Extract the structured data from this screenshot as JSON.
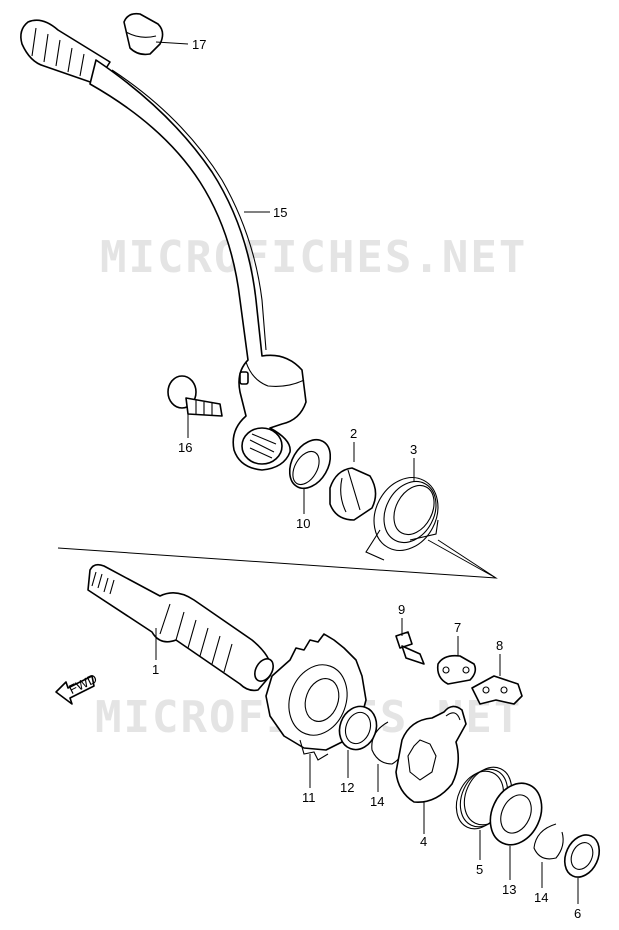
{
  "watermarks": [
    "MICROFICHES.NET",
    "MICROFICHES.NET"
  ],
  "direction_tag": "FWD",
  "callouts": [
    {
      "key": "17",
      "text": "17"
    },
    {
      "key": "15",
      "text": "15"
    },
    {
      "key": "16",
      "text": "16"
    },
    {
      "key": "2",
      "text": "2"
    },
    {
      "key": "3",
      "text": "3"
    },
    {
      "key": "10",
      "text": "10"
    },
    {
      "key": "9",
      "text": "9"
    },
    {
      "key": "7",
      "text": "7"
    },
    {
      "key": "8",
      "text": "8"
    },
    {
      "key": "1",
      "text": "1"
    },
    {
      "key": "11",
      "text": "11"
    },
    {
      "key": "12",
      "text": "12"
    },
    {
      "key": "14a",
      "text": "14"
    },
    {
      "key": "4",
      "text": "4"
    },
    {
      "key": "5",
      "text": "5"
    },
    {
      "key": "13",
      "text": "13"
    },
    {
      "key": "14b",
      "text": "14"
    },
    {
      "key": "6",
      "text": "6"
    }
  ]
}
